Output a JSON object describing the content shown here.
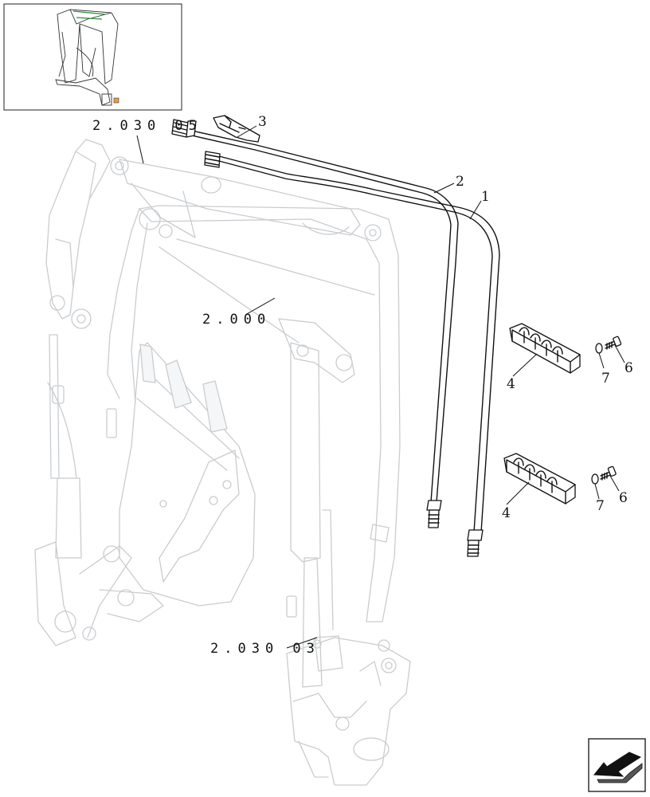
{
  "diagram": {
    "item_labels": {
      "pipe_1": "1",
      "pipe_2": "2",
      "clamp_3": "3",
      "clamp_4_upper": "4",
      "clamp_4_lower": "4",
      "screw_6_upper": "6",
      "screw_6_lower": "6",
      "washer_7_upper": "7",
      "washer_7_lower": "7"
    },
    "references": {
      "top": "2.030 05",
      "boom": "2.000",
      "bottom": "2.030 03"
    },
    "nav_icon": "arrow-left-icon"
  }
}
